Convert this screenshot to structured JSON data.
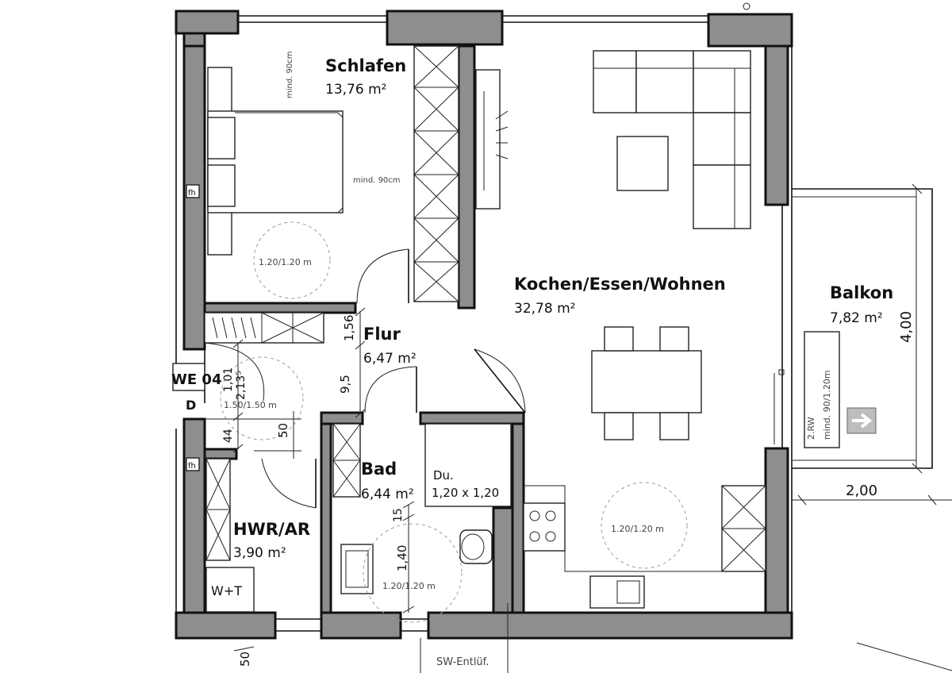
{
  "rooms": {
    "schlafen": {
      "name": "Schlafen",
      "area": "13,76 m²"
    },
    "kochen": {
      "name": "Kochen/Essen/Wohnen",
      "area": "32,78 m²"
    },
    "balkon": {
      "name": "Balkon",
      "area": "7,82 m²"
    },
    "flur": {
      "name": "Flur",
      "area": "6,47 m²"
    },
    "bad": {
      "name": "Bad",
      "area": "6,44 m²"
    },
    "dusche": {
      "name": "Du.",
      "size": "1,20 x 1,20"
    },
    "hwr": {
      "name": "HWR/AR",
      "area": "3,90 m²"
    }
  },
  "labels": {
    "unit": "WE 04",
    "unit_letter": "D",
    "washer_dryer": "W+T",
    "sw_entluef": "SW-Entlüf.",
    "min90_vertical": "mind. 90cm",
    "min90_horizontal": "mind. 90cm",
    "rw_line1": "2.RW",
    "rw_line2": "mind. 90/1.20m",
    "fh1": "fh",
    "fh2": "fh"
  },
  "clearances": {
    "bed": "1.20/1.20 m",
    "flur": "1.50/1.50 m",
    "bad": "1.20/1.20 m",
    "kitchen": "1.20/1.20 m"
  },
  "dimensions": {
    "d156": "1,56",
    "d95": "9,5",
    "d101": "1,01",
    "d213": "2,13⁵",
    "d44": "44",
    "d50a": "50",
    "d15": "15",
    "d140": "1,40",
    "d50b": "50",
    "balkon_depth": "4,00",
    "balkon_width": "2,00"
  }
}
